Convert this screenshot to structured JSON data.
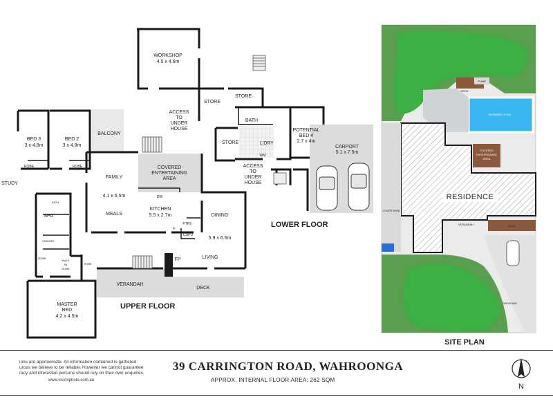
{
  "rooms": {
    "workshop": {
      "name": "WORKSHOP",
      "size": "4.5 x 4.6m"
    },
    "store1": "STORE",
    "store2": "STORE",
    "store3": "STORE",
    "access_upper": [
      "ACCESS",
      "TO",
      "UNDER",
      "HOUSE"
    ],
    "access_lower": [
      "ACCESS",
      "TO",
      "UNDER",
      "HOUSE"
    ],
    "bath": "BATH",
    "laundry": "L'DRY",
    "wm": "WM",
    "bed4": {
      "name": "POTENTIAL",
      "name2": "BED 4",
      "size": "2.7 x 4m"
    },
    "carport": {
      "name": "CARPORT",
      "size": "5.1 x 7.5m"
    },
    "bed3": {
      "name": "BED 3",
      "size": "3 x 4.8m"
    },
    "bed2": {
      "name": "BED 2",
      "size": "3 x 4.8m"
    },
    "robe1": "ROBE",
    "robe2": "ROBE",
    "balcony": "BALCONY",
    "covered": {
      "name": [
        "COVERED",
        "ENTERTAINING",
        "AREA"
      ]
    },
    "family": {
      "name": "FAMILY",
      "size": "4.1 x 6.5m"
    },
    "study": "STUDY",
    "spa": "SPA",
    "bath2": "BATH",
    "ensuite": "ENSUITE",
    "dw": "DW",
    "meals": "MEALS",
    "kitchen": {
      "name": "KITCHEN",
      "size": "5.5 x 2.7m"
    },
    "dining": {
      "name": "DINING",
      "size": "5.9 x 6.6m"
    },
    "living": "LIVING",
    "ptry": "PTRY",
    "cupd": "CUPD",
    "f": "F",
    "fp": "FP",
    "walk_in_robe": [
      "WALK",
      "IN",
      "ROBE"
    ],
    "robe3": "ROBE",
    "robe4": "ROBE",
    "verandah": "VERANDAH",
    "deck": "DECK",
    "master": {
      "name": "MASTER",
      "name2": "BED",
      "size": "4.2 x 4.5m"
    }
  },
  "floors": {
    "upper": "UPPER FLOOR",
    "lower": "LOWER FLOOR"
  },
  "site": {
    "title": "SITE PLAN",
    "residence": "RESIDENCE",
    "pool": "SWIMMING POOL",
    "pump": "PUMP",
    "deck": "DECK",
    "covered": [
      "COVERED",
      "ENTERTAINING",
      "AREA"
    ],
    "courtyard": "COURTYARD",
    "verandah": "VERANDAH",
    "deck2": "DECK",
    "driveway": "DRIVEWAY"
  },
  "footer": {
    "disclaimer": [
      "ions are approximate. All information contained is gathered",
      "urces we believe to be reliable. However we cannot guarantee",
      "racy and interested persons should rely on their own enquiries."
    ],
    "website": "www.visionphoto.com.au",
    "address": "39 CARRINGTON ROAD, WAHROONGA",
    "floor_area": "APPROX. INTERNAL FLOOR AREA: 262 SQM",
    "north": "N"
  },
  "colors": {
    "wall": "#1a1a1a",
    "grass": "#3cb043",
    "pool": "#38b6f0",
    "deck": "#8b5a3c",
    "paving": "#cfd3d6",
    "hatch": "#9a9a9a"
  }
}
